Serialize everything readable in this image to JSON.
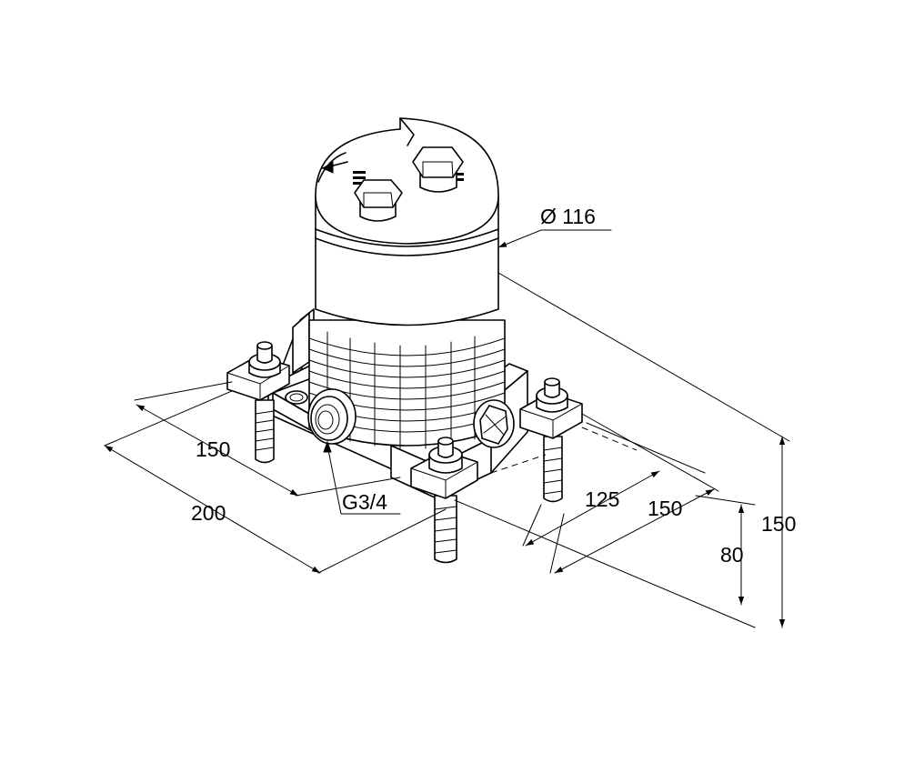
{
  "dimensions": {
    "diameter": "Ø 116",
    "thread": "G3/4",
    "width_150_left": "150",
    "width_200": "200",
    "depth_125": "125",
    "depth_150_right": "150",
    "height_80": "80",
    "height_150": "150"
  },
  "colors": {
    "stroke": "#000000",
    "background": "#ffffff"
  }
}
